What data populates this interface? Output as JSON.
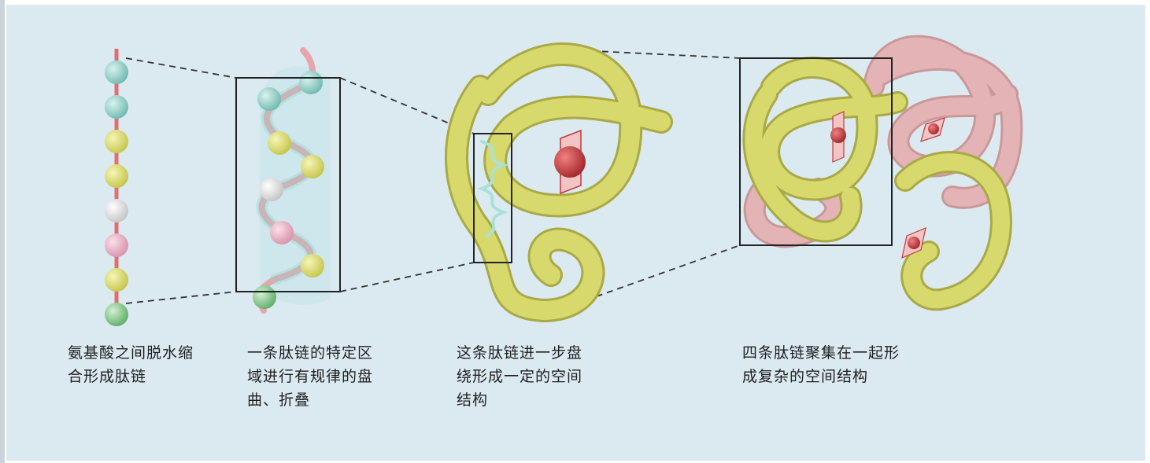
{
  "captions": {
    "step1": "氨基酸之间脱水缩\n合形成肽链",
    "step2": "一条肽链的特定区\n域进行有规律的盘\n曲、折叠",
    "step3": "这条肽链进一步盘\n绕形成一定的空间\n结构",
    "step4": "四条肽链聚集在一起形\n成复杂的空间结构"
  },
  "colors": {
    "background": "#dbe9f1",
    "chain_yellow": "#d8d96c",
    "chain_pink": "#e3b3b5",
    "heme_red": "#c33a3e",
    "bead_teal": "#8fd0c8",
    "bead_yellow": "#dede6e",
    "bead_pink": "#eab0c4",
    "bead_white": "#e6e6e6",
    "bead_green": "#86c58c",
    "backbone": "#e07070"
  },
  "beads": [
    "teal",
    "teal",
    "yellow",
    "yellow",
    "white",
    "pink",
    "yellow",
    "green"
  ]
}
